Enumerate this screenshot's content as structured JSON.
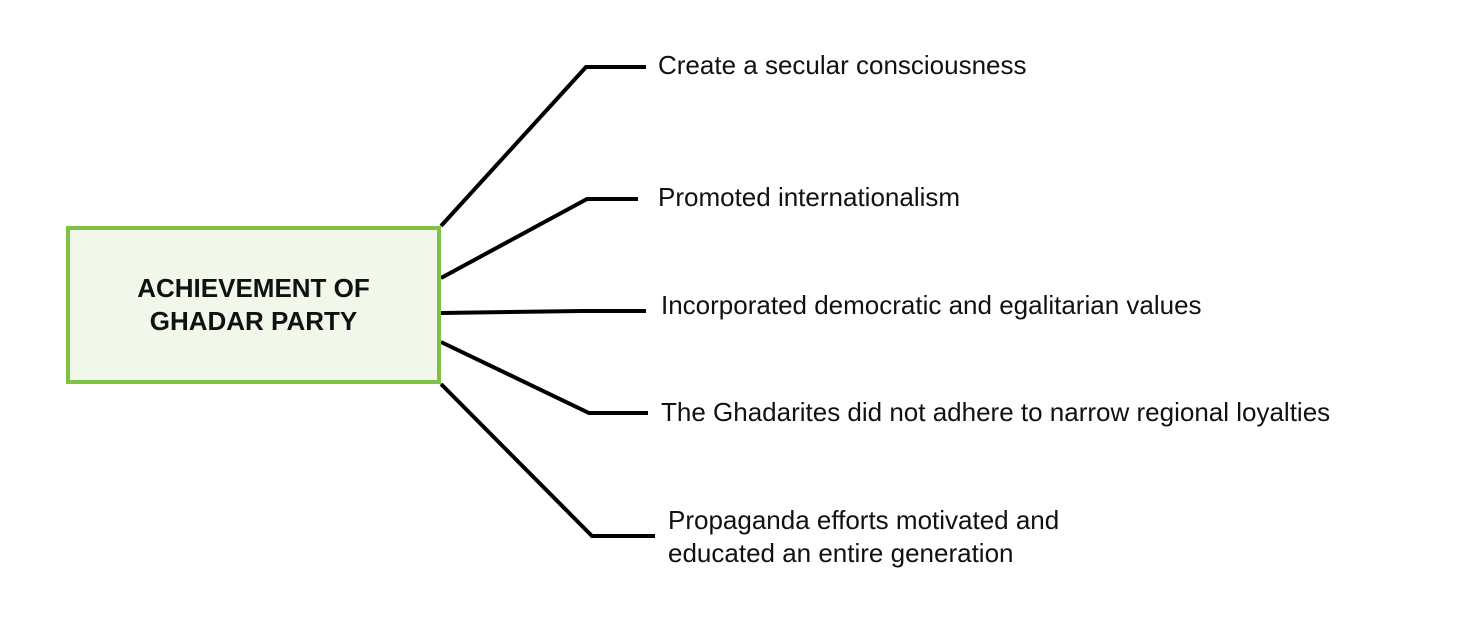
{
  "central_node": {
    "title": "ACHIEVEMENT OF\nGHADAR PARTY"
  },
  "branches": [
    {
      "label": "Create a secular consciousness"
    },
    {
      "label": "Promoted internationalism"
    },
    {
      "label": "Incorporated democratic and egalitarian values"
    },
    {
      "label": "The Ghadarites did not adhere to narrow regional loyalties"
    },
    {
      "label": "Propaganda efforts motivated and\neducated an entire generation"
    }
  ],
  "colors": {
    "box_border": "#7dc242",
    "box_fill": "#f1f8ea",
    "connector": "#000000",
    "text": "#111111"
  }
}
